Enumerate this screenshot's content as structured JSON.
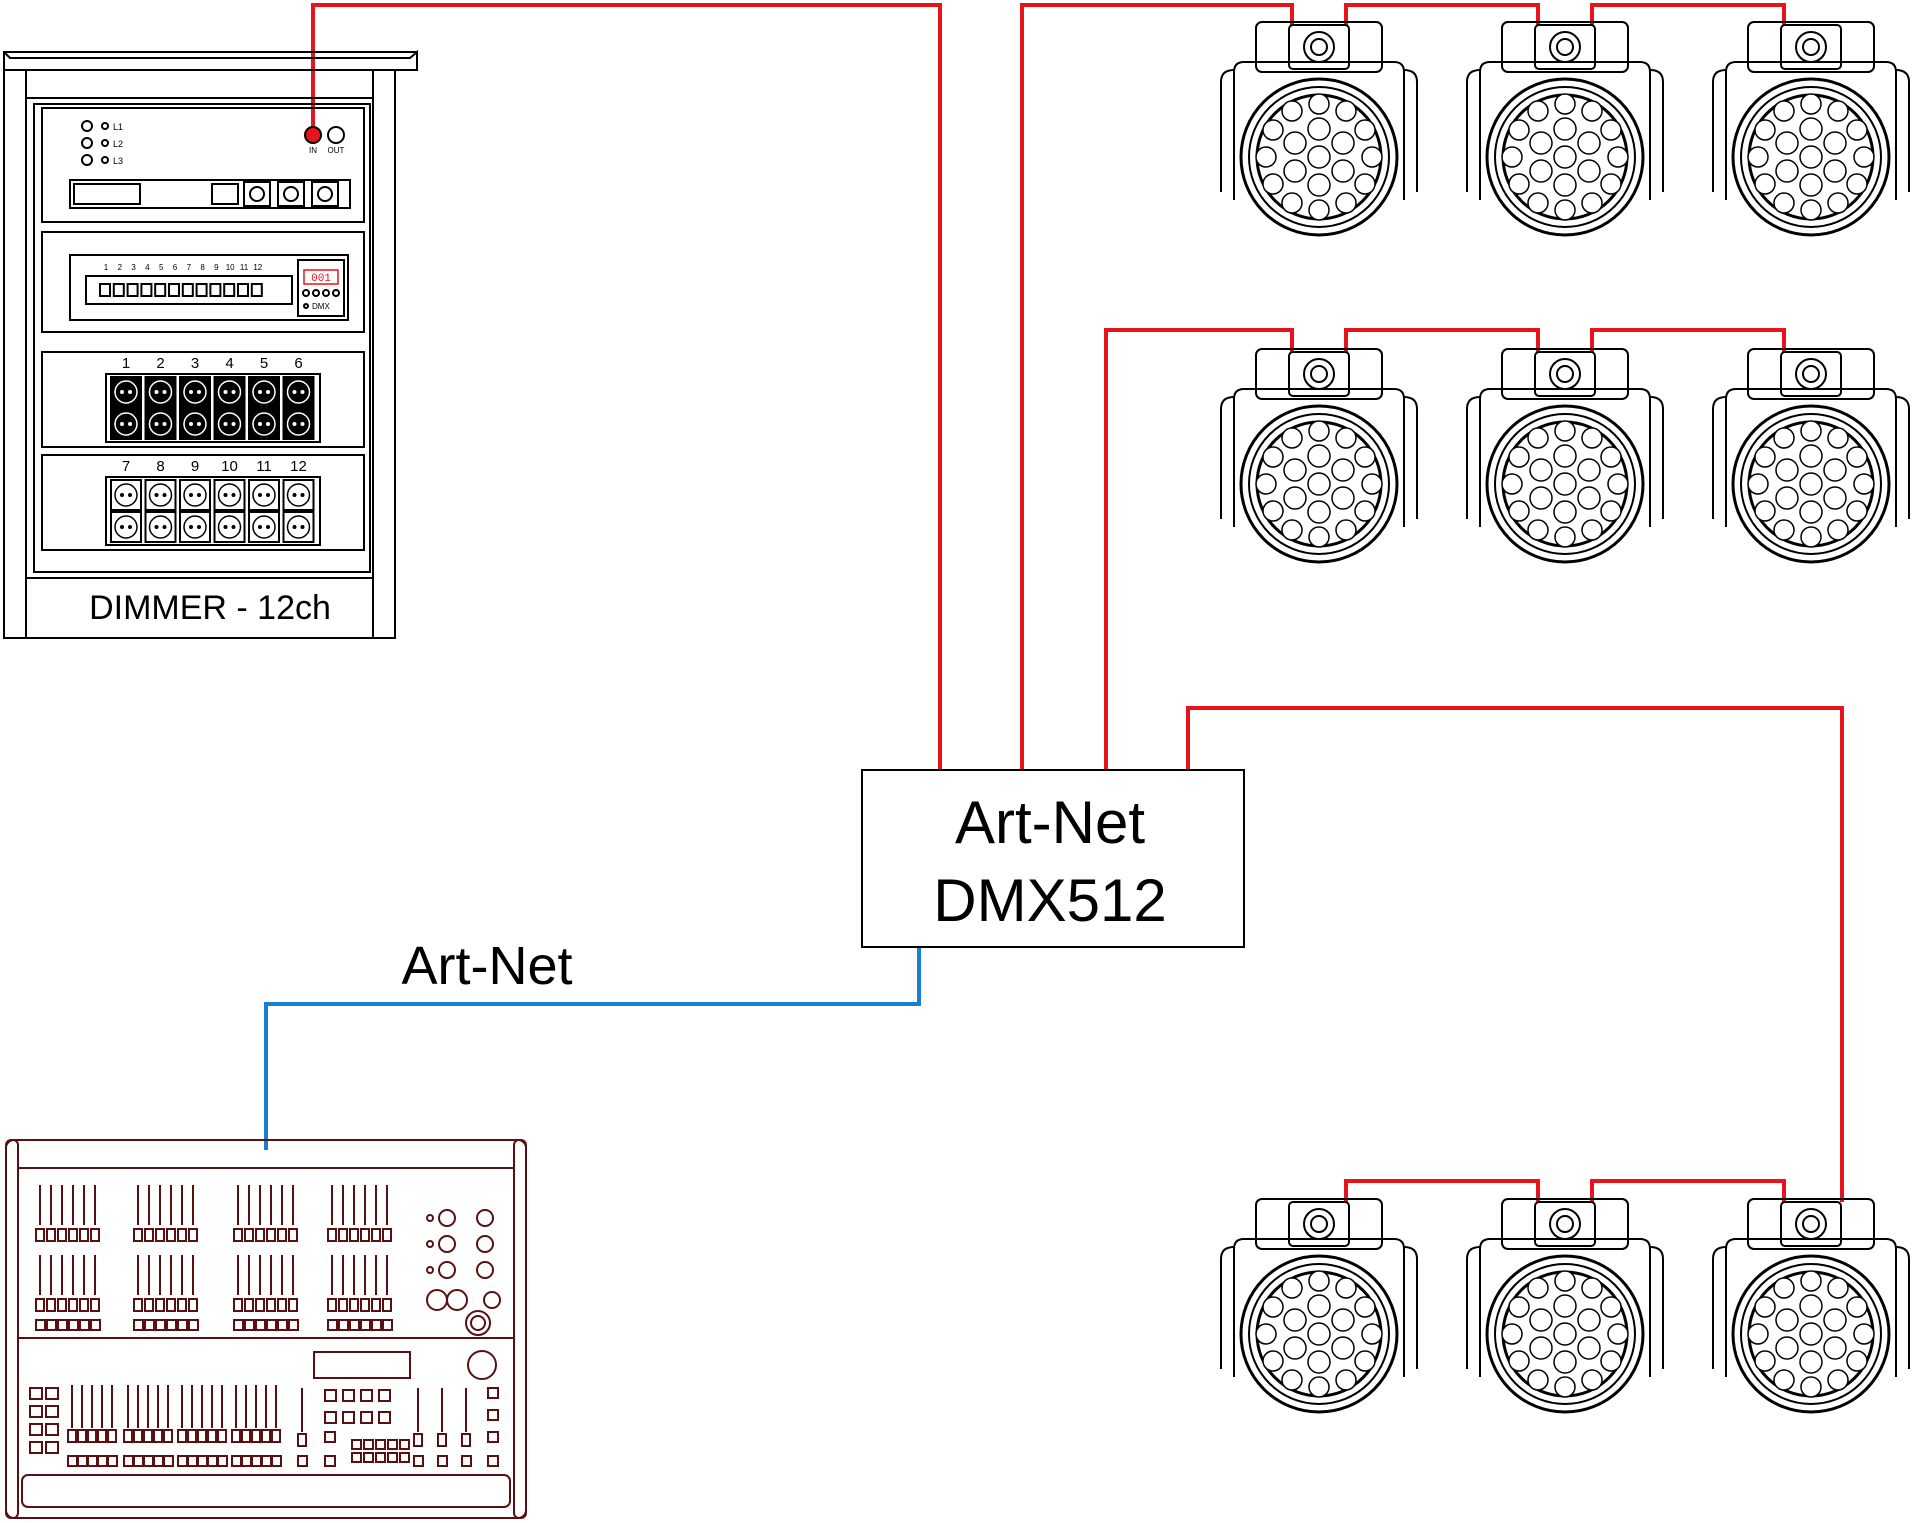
{
  "dimmer": {
    "title": "DIMMER - 12ch",
    "phase_labels": [
      "L1",
      "L2",
      "L3"
    ],
    "dmx_in_label": "IN",
    "dmx_out_label": "OUT",
    "fader_numbers": [
      "1",
      "2",
      "3",
      "4",
      "5",
      "6",
      "7",
      "8",
      "9",
      "10",
      "11",
      "12"
    ],
    "display_value": "001",
    "dmx_label": "DMX",
    "outputs_top": [
      "1",
      "2",
      "3",
      "4",
      "5",
      "6"
    ],
    "outputs_bottom": [
      "7",
      "8",
      "9",
      "10",
      "11",
      "12"
    ]
  },
  "node": {
    "line1": "Art-Net",
    "line2": "DMX512"
  },
  "link_label": "Art-Net",
  "colors": {
    "dmx_cable": "#e8141c",
    "artnet_cable": "#1a7fd4",
    "console_outline": "#5a1010"
  },
  "fixture_rows": 3,
  "fixtures_per_row": 3
}
